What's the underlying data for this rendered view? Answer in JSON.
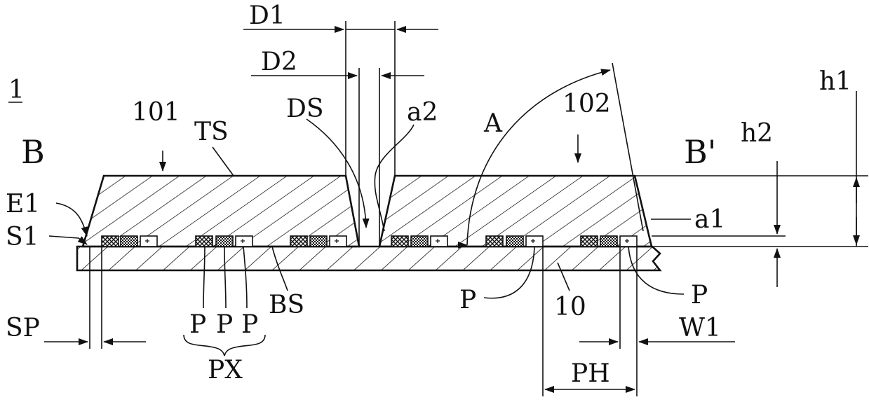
{
  "figure_number": "1",
  "labels": {
    "B": "B",
    "Bp": "B'",
    "D1": "D1",
    "D2": "D2",
    "DS": "DS",
    "a2": "a2",
    "A": "A",
    "label_102": "102",
    "label_101": "101",
    "TS": "TS",
    "h1": "h1",
    "h2": "h2",
    "E1": "E1",
    "S1": "S1",
    "a1": "a1",
    "BS": "BS",
    "P_center": "P",
    "label_10": "10",
    "P_right": "P",
    "SP": "SP",
    "P1": "P",
    "P2": "P",
    "P3": "P",
    "PX": "PX",
    "W1": "W1",
    "PH": "PH"
  }
}
